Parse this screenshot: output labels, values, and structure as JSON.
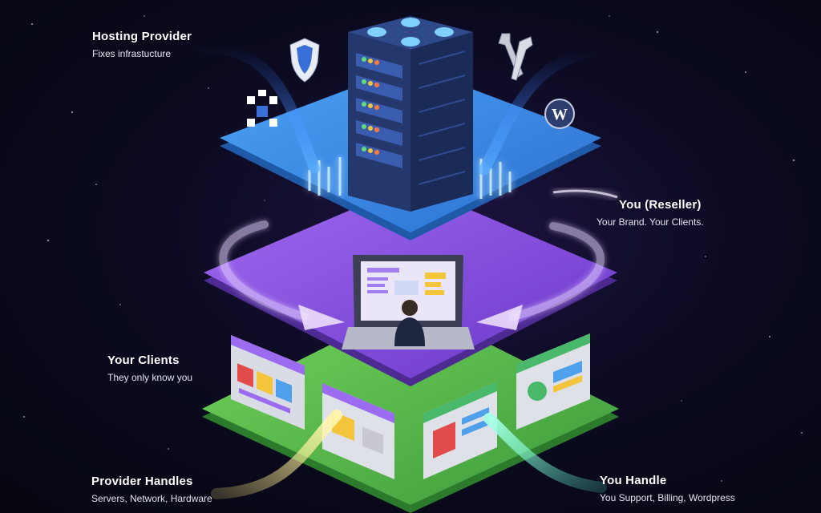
{
  "labels": {
    "provider": {
      "title": "Hosting Provider",
      "subtitle": "Fixes infrastucture"
    },
    "reseller": {
      "title": "You (Reseller)",
      "subtitle": "Your Brand. Your Clients."
    },
    "clients": {
      "title": "Your Clients",
      "subtitle": "They only know you"
    },
    "provider_handles": {
      "title": "Provider Handles",
      "subtitle": "Servers,  Network,  Hardware"
    },
    "you_handle": {
      "title": "You Handle",
      "subtitle": "You Support,  Billing,  Wordpress"
    }
  },
  "colors": {
    "provider_layer": "#3f8fe6",
    "reseller_layer": "#8a4fe0",
    "clients_layer": "#52b84a",
    "server": "#24386e",
    "arrow_glow": "#c9a8ff"
  },
  "icons": [
    "shield-icon",
    "wrench-icon",
    "network-nodes-icon",
    "wordpress-icon",
    "server-icon",
    "laptop-icon",
    "person-icon",
    "browser-window-icon"
  ]
}
